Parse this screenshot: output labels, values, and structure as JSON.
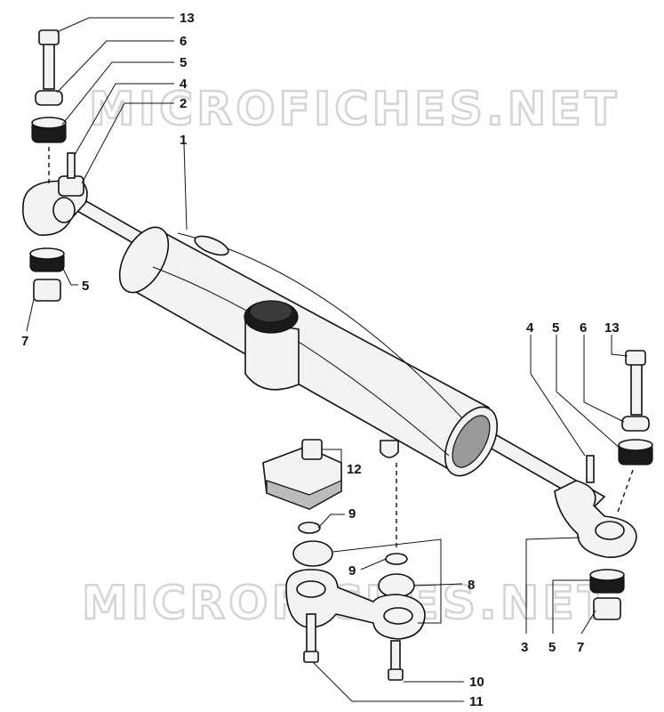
{
  "watermark": {
    "text": "MICROFICHES.NET"
  },
  "callouts": [
    "13",
    "6",
    "5",
    "4",
    "2",
    "1",
    "5",
    "7",
    "4",
    "5",
    "6",
    "13",
    "12",
    "9",
    "9",
    "8",
    "3",
    "5",
    "7",
    "10",
    "11"
  ]
}
